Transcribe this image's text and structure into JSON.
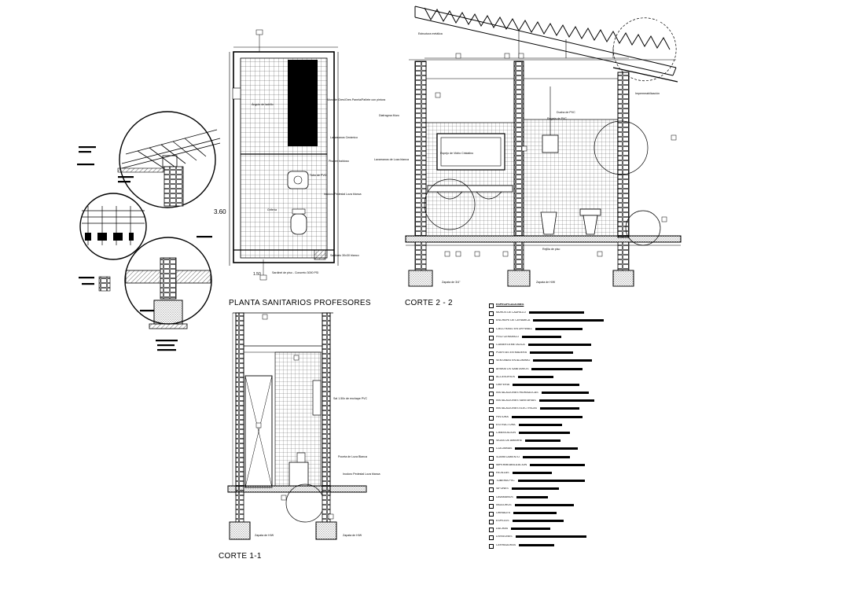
{
  "titles": {
    "planta": "PLANTA SANITARIOS PROFESORES",
    "corte22": "CORTE 2 - 2",
    "corte11": "CORTE 1-1"
  },
  "plan_labels": {
    "dim_side": "3.60",
    "dim_bottom": "1.50",
    "l1": "Muro de Gres/Gres Panela/Pañete con pintura",
    "l2": "Ángulo de ladrillo",
    "l3": "Lavamanos Cerámico",
    "l4": "Piso en baldosa",
    "l5": "Tubo de PVC",
    "l6": "Grifería",
    "l7": "Inodoro Pedestal Loza blanca",
    "l8": "Sanitario 30x30 blanco",
    "l9": "Sardinel de piso - Concreto 3000 PSI"
  },
  "corte22_labels": {
    "l1": "Estructura metálica",
    "l2": "Diafragma Muro",
    "l3": "Ducha de PVC",
    "l4": "Lavamanos de Loza blanca",
    "l5": "Espejo de Vidrio Cristalino",
    "l6": "Regata de PVC",
    "l7": "Impermeabilización",
    "l8": "Rejilla de piso",
    "l9": "Zapata de 3/4\"",
    "l10": "Zapata de H/W"
  },
  "corte11_labels": {
    "l1": "Sal 1.50x de enchape PVC",
    "l2": "Poceta de Loza Blanca",
    "l3": "Inodoro Pedestal Loza blanca",
    "l4": "Zapata de H/W",
    "l5": "Zapata de H/W"
  },
  "notes": [
    "ESPECIFICACIONES",
    "MUROS DE LADRILLO",
    "ENCHAPE DE CERÁMICA",
    "CIELO RASO EN DRYWALL",
    "PISO CERÁMICO",
    "CUBIERTA METÁLICA",
    "PUERTAS EN MADERA",
    "VENTANAS EN ALUMINIO",
    "APARATOS SANITARIOS",
    "ACCESORIOS",
    "GRIFERÍA",
    "INSTALACIONES HIDRÁULICAS",
    "INSTALACIONES SANITARIAS",
    "INSTALACIONES ELÉCTRICAS",
    "PINTURA",
    "ESTRUCTURA",
    "CIMENTACIÓN",
    "VIGAS DE AMARRE",
    "COLUMNAS",
    "SOBRECIMIENTO",
    "IMPERMEABILIZACIÓN",
    "REJILLAS",
    "TUBERÍA PVC",
    "SIFONES",
    "LAVAMANOS",
    "INODOROS",
    "ORINALES",
    "ESPEJOS",
    "DUCHAS",
    "DIVISIONES",
    "CERRADURAS"
  ]
}
